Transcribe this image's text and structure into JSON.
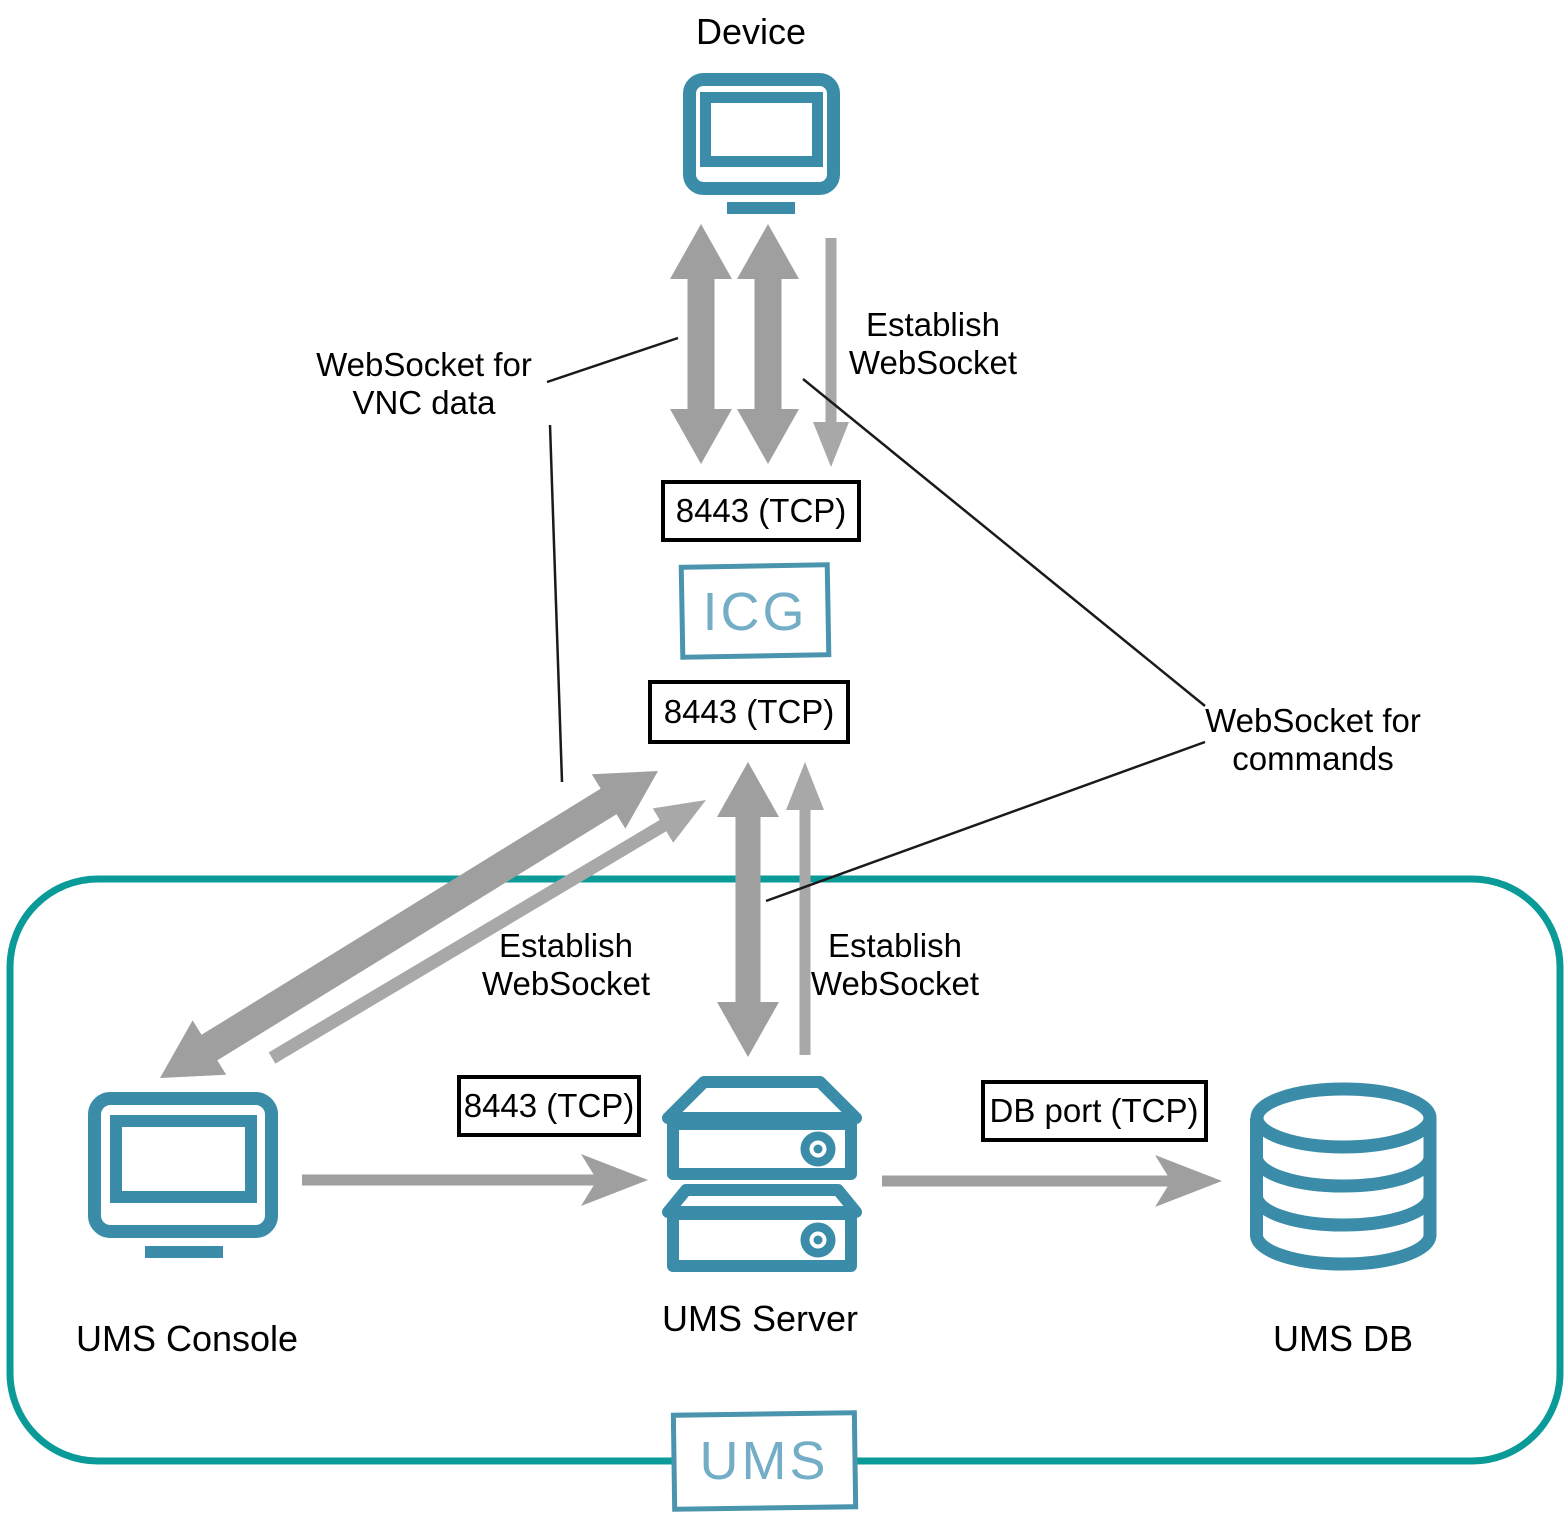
{
  "diagram": {
    "nodes": {
      "device": "Device",
      "icg": "ICG",
      "ums_console": "UMS Console",
      "ums_server": "UMS Server",
      "ums_db": "UMS DB",
      "ums_region": "UMS"
    },
    "ports": {
      "device_icg": "8443 (TCP)",
      "icg_server": "8443 (TCP)",
      "console_server": "8443 (TCP)",
      "server_db": "DB port (TCP)"
    },
    "annotations": {
      "vnc": {
        "line1": "WebSocket for",
        "line2": "VNC data"
      },
      "establish_device": {
        "line1": "Establish",
        "line2": "WebSocket"
      },
      "establish_console": {
        "line1": "Establish",
        "line2": "WebSocket"
      },
      "establish_server": {
        "line1": "Establish",
        "line2": "WebSocket"
      },
      "commands": {
        "line1": "WebSocket for",
        "line2": "commands"
      }
    },
    "colors": {
      "icon_teal": "#3a8ca8",
      "region_teal": "#0a9b99",
      "arrow_gray": "#9f9f9f",
      "arrow_gray_light": "#a8a8a8",
      "logo_teal": "#74aec6",
      "box_border_teal": "#4a94ae"
    }
  }
}
